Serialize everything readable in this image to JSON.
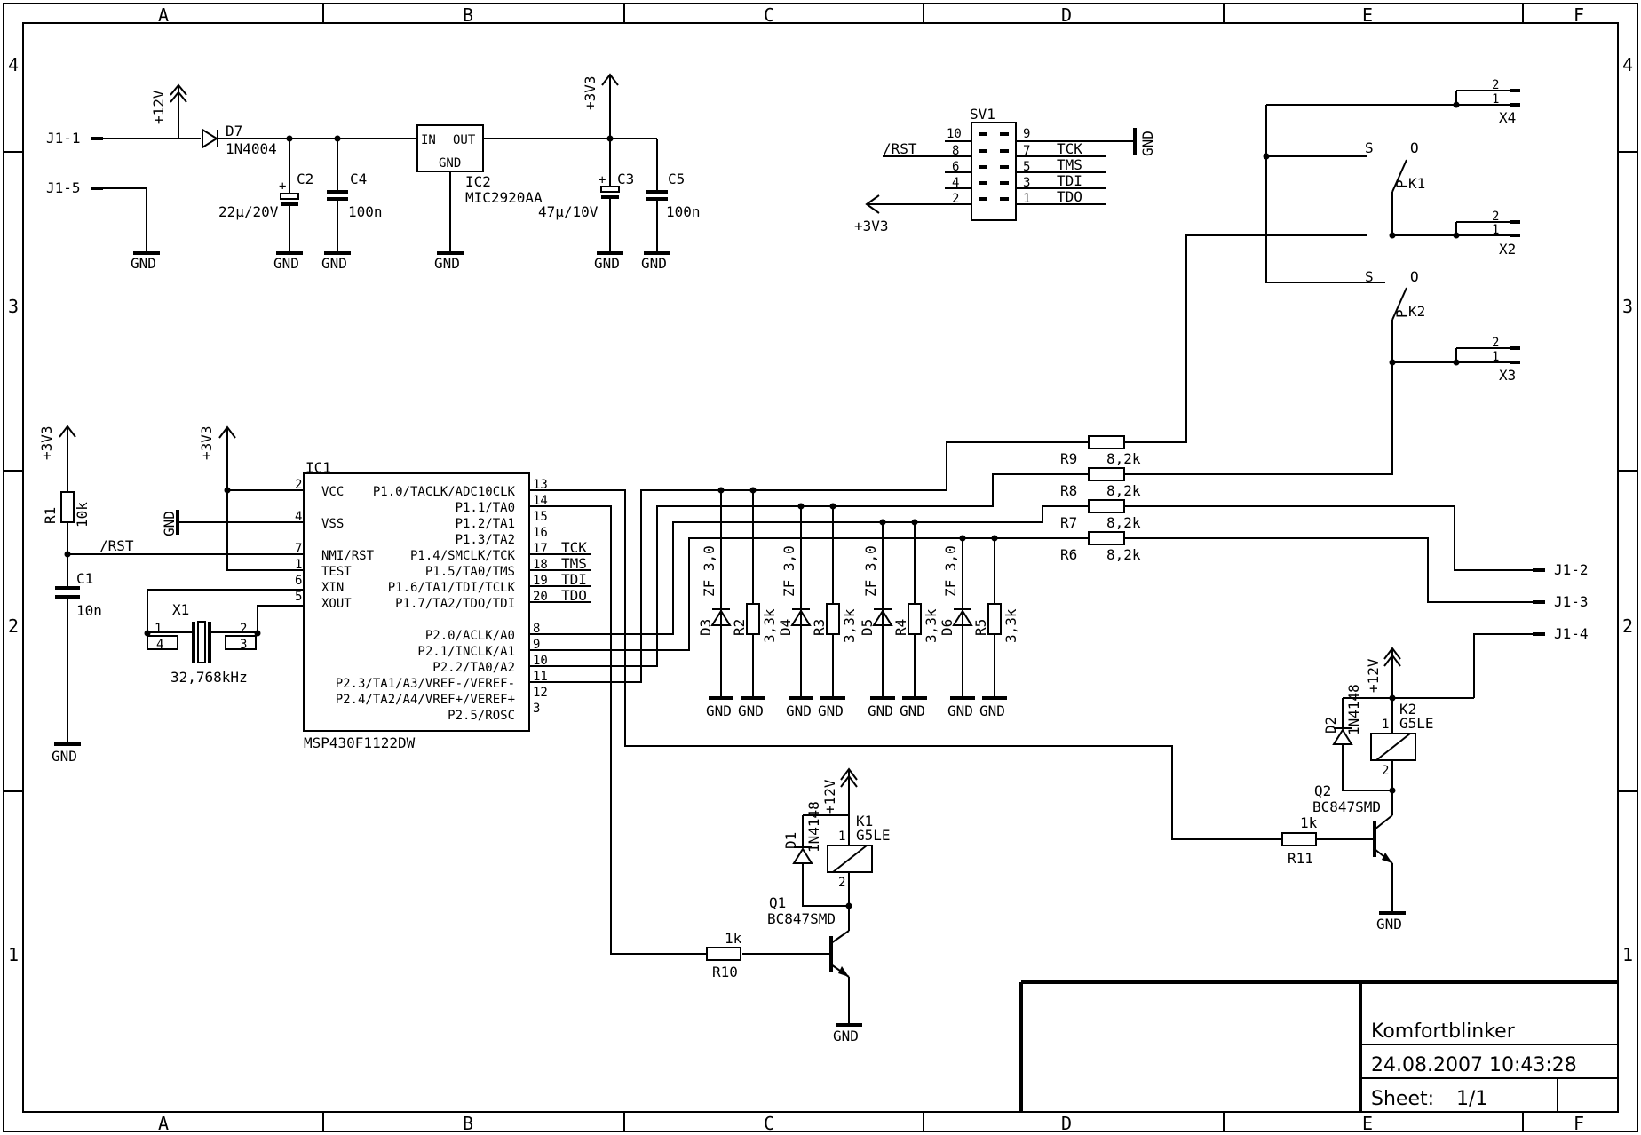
{
  "frame": {
    "cols": [
      "A",
      "B",
      "C",
      "D",
      "E",
      "F"
    ],
    "rows": [
      "4",
      "3",
      "2",
      "1"
    ]
  },
  "title_block": {
    "title": "Komfortblinker",
    "datetime": "24.08.2007 10:43:28",
    "sheet_label": "Sheet:",
    "sheet_value": "1/1"
  },
  "power": {
    "supply": {
      "j1_1": "J1-1",
      "j1_5": "J1-5",
      "plus12v": "+12V",
      "d7": "D7",
      "d7_val": "1N4004",
      "c2": "C2",
      "c2_val": "22µ/20V",
      "c4": "C4",
      "c4_val": "100n",
      "ic2": "IC2",
      "ic2_val": "MIC2920AA",
      "ic2_in": "IN",
      "ic2_out": "OUT",
      "ic2_gnd": "GND",
      "plus3v3": "+3V3",
      "c3": "C3",
      "c3_val": "47µ/10V",
      "c5": "C5",
      "c5_val": "100n",
      "gnd": "GND"
    }
  },
  "connector_sv1": {
    "name": "SV1",
    "left_pins": [
      "10",
      "8",
      "6",
      "4",
      "2"
    ],
    "right_pins": [
      "9",
      "7",
      "5",
      "3",
      "1"
    ],
    "rst": "/RST",
    "signals": [
      "TCK",
      "TMS",
      "TDI",
      "TDO"
    ],
    "supply": "+3V3",
    "gnd": "GND"
  },
  "mcu": {
    "ref": "IC1",
    "part": "MSP430F1122DW",
    "left_pin_labels": [
      "VCC",
      "VSS",
      "NMI/RST",
      "TEST",
      "XIN",
      "XOUT"
    ],
    "left_pin_numbers": [
      "2",
      "4",
      "7",
      "1",
      "6",
      "5"
    ],
    "right_pin_labels": [
      "P1.0/TACLK/ADC10CLK",
      "P1.1/TA0",
      "P1.2/TA1",
      "P1.3/TA2",
      "P1.4/SMCLK/TCK",
      "P1.5/TA0/TMS",
      "P1.6/TA1/TDI/TCLK",
      "P1.7/TA2/TDO/TDI",
      "P2.0/ACLK/A0",
      "P2.1/INCLK/A1",
      "P2.2/TA0/A2",
      "P2.3/TA1/A3/VREF-/VEREF-",
      "P2.4/TA2/A4/VREF+/VEREF+",
      "P2.5/ROSC"
    ],
    "right_pin_numbers": [
      "13",
      "14",
      "15",
      "16",
      "17",
      "18",
      "19",
      "20",
      "8",
      "9",
      "10",
      "11",
      "12",
      "3"
    ],
    "jtag_labels": [
      "TCK",
      "TMS",
      "TDI",
      "TDO"
    ],
    "supply": "+3V3",
    "gnd": "GND"
  },
  "reset": {
    "supply": "+3V3",
    "r1": "R1",
    "r1_val": "10k",
    "rst": "/RST",
    "c1": "C1",
    "c1_val": "10n",
    "gnd": "GND"
  },
  "crystal": {
    "ref": "X1",
    "val": "32,768kHz",
    "pins": [
      "1",
      "4",
      "2",
      "3"
    ]
  },
  "resistors_mid": {
    "r9": "R9",
    "r8": "R8",
    "r7": "R7",
    "r6": "R6",
    "val": "8,2k"
  },
  "zener_divider": {
    "diodes": [
      "D3",
      "D4",
      "D5",
      "D6"
    ],
    "resistors": [
      "R2",
      "R3",
      "R4",
      "R5"
    ],
    "diode_val": "ZF 3,0",
    "res_val": "3,3k",
    "gnd": "GND"
  },
  "relays": {
    "k1": "K1",
    "k2": "K2",
    "k_val": "G5LE",
    "s": "S",
    "o": "O",
    "p": "P",
    "x4": "X4",
    "x2": "X2",
    "x3": "X3",
    "pin2": "2",
    "pin1": "1",
    "j1_2": "J1-2",
    "j1_3": "J1-3",
    "j1_4": "J1-4",
    "plus12v": "+12V",
    "d1": "D1",
    "d2": "D2",
    "d_val": "1N4148",
    "q1": "Q1",
    "q2": "Q2",
    "q_val": "BC847SMD",
    "r10": "R10",
    "r11": "R11",
    "r_val": "1k",
    "gnd": "GND"
  }
}
